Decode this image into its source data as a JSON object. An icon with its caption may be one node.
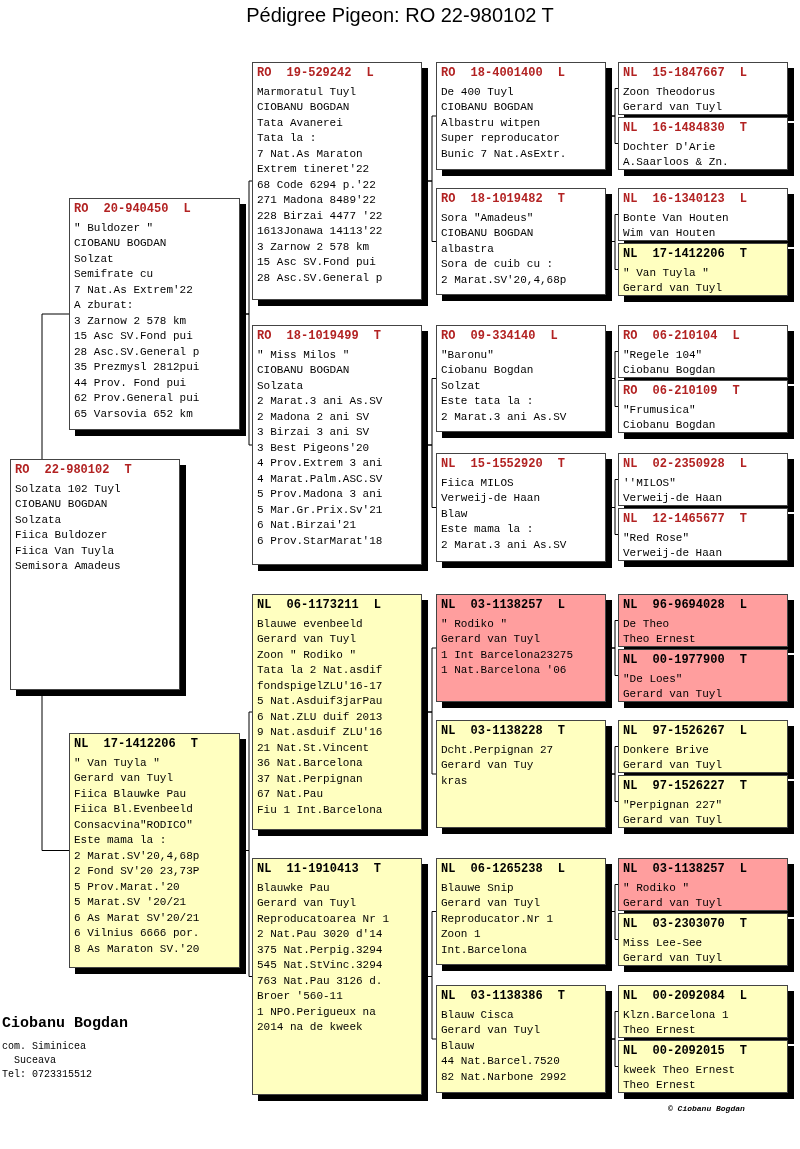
{
  "diagram": {
    "title": "Pédigree Pigeon: RO 22-980102 T",
    "nodes": [
      {
        "text": [
          "RO 22-980102 T",
          "Solzata 102 Tuyl",
          "CIOBANU BOGDAN",
          "Solzata",
          "Fiica Buldozer",
          "Fiica Van Tuyla",
          "Semisora Amadeus"
        ]
      },
      {
        "text": [
          "RO 20-940450 L",
          "\" Buldozer \"",
          "CIOBANU BOGDAN",
          "Solzat",
          "Semifrate cu",
          "7 Nat.As Extrem'22",
          "A zburat:",
          "3 Zarnow 2 578 km",
          "15 Asc SV.Fond pui",
          "28 Asc.SV.General p",
          "35 Prezmysl 2812pui",
          "44 Prov. Fond pui",
          "62 Prov.General pui",
          "65 Varsovia 652 km"
        ]
      },
      {
        "text": [
          "NL 17-1412206 T",
          "\" Van Tuyla \"",
          "Gerard van Tuyl",
          "Fiica Blauwke Pau",
          "Fiica Bl.Evenbeeld",
          "Consacvina\"RODICO\"",
          "Este mama la :",
          "2 Marat.SV'20,4,68p",
          "2 Fond SV'20 23,73P",
          "5 Prov.Marat.'20",
          "5 Marat.SV '20/21",
          "6 As Marat SV'20/21",
          "6 Vilnius 6666 por.",
          "8 As Maraton SV.'20"
        ]
      },
      {
        "text": [
          "RO 19-529242 L",
          "Marmoratul Tuyl",
          "CIOBANU BOGDAN",
          "Tata Avanerei",
          "Tata la :",
          "7 Nat.As Maraton",
          "Extrem tineret'22",
          "68 Code 6294 p.'22",
          "271 Madona 8489'22",
          "228 Birzai 4477 '22",
          "1613Jonawa 14113'22",
          "3 Zarnow 2 578 km",
          "15 Asc SV.Fond pui",
          "28 Asc.SV.General p"
        ]
      },
      {
        "text": [
          "RO 18-1019499 T",
          "\" Miss Milos \"",
          "CIOBANU BOGDAN",
          "Solzata",
          "2 Marat.3 ani As.SV",
          "2 Madona 2 ani SV",
          "3 Birzai 3 ani SV",
          "3 Best Pigeons'20",
          "4 Prov.Extrem 3 ani",
          "4 Marat.Palm.ASC.SV",
          "5 Prov.Madona 3 ani",
          "5 Mar.Gr.Prix.Sv'21",
          "6 Nat.Birzai'21",
          "6 Prov.StarMarat'18"
        ]
      },
      {
        "text": [
          "NL 06-1173211 L",
          "Blauwe evenbeeld",
          "Gerard van Tuyl",
          "Zoon \" Rodiko \"",
          "Tata la 2 Nat.asdif",
          "fondspigelZLU'16-17",
          "5 Nat.Asduif3jarPau",
          "6 Nat.ZLU duif 2013",
          "9 Nat.asduif ZLU'16",
          "21 Nat.St.Vincent",
          "36 Nat.Barcelona",
          "37 Nat.Perpignan",
          "67 Nat.Pau",
          "Fiu 1 Int.Barcelona"
        ]
      },
      {
        "text": [
          "NL 11-1910413 T",
          "Blauwke Pau",
          "Gerard van Tuyl",
          "Reproducatoarea Nr 1",
          "2 Nat.Pau 3020 d'14",
          "375 Nat.Perpig.3294",
          "545 Nat.StVinc.3294",
          "763 Nat.Pau 3126 d.",
          "Broer '560-11",
          "1 NPO.Perigueux na",
          "2014 na de kweek"
        ]
      },
      {
        "text": [
          "RO 18-4001400 L",
          "De 400 Tuyl",
          "CIOBANU BOGDAN",
          "Albastru witpen",
          "Super reproducator",
          "Bunic 7 Nat.AsExtr."
        ]
      },
      {
        "text": [
          "RO 18-1019482 T",
          "Sora \"Amadeus\"",
          "CIOBANU BOGDAN",
          "albastra",
          "Sora de cuib cu :",
          "2 Marat.SV'20,4,68p"
        ]
      },
      {
        "text": [
          "RO 09-334140 L",
          "\"Baronu\"",
          "Ciobanu Bogdan",
          "Solzat",
          "Este tata la :",
          "2 Marat.3 ani As.SV"
        ]
      },
      {
        "text": [
          "NL 15-1552920 T",
          "Fiica MILOS",
          "Verweij-de Haan",
          "Blaw",
          "Este mama la :",
          "2 Marat.3 ani As.SV"
        ]
      },
      {
        "text": [
          "NL 03-1138257 L",
          "\" Rodiko \"",
          "Gerard van Tuyl",
          "1 Int Barcelona23275",
          "1 Nat.Barcelona '06"
        ]
      },
      {
        "text": [
          "NL 03-1138228 T",
          "Dcht.Perpignan 27",
          "Gerard van Tuy",
          "kras"
        ]
      },
      {
        "text": [
          "NL 06-1265238 L",
          "Blauwe Snip",
          "Gerard van Tuyl",
          "Reproducator.Nr 1",
          "Zoon 1",
          "Int.Barcelona"
        ]
      },
      {
        "text": [
          "NL 03-1138386 T",
          "Blauw Cisca",
          "Gerard van Tuyl",
          "Blauw",
          "44 Nat.Barcel.7520",
          "82 Nat.Narbone 2992"
        ]
      },
      {
        "text": [
          "NL 15-1847667 L",
          "Zoon Theodorus",
          "Gerard van Tuyl"
        ]
      },
      {
        "text": [
          "NL 16-1484830 T",
          "Dochter D'Arie",
          "A.Saarloos & Zn."
        ]
      },
      {
        "text": [
          "NL 16-1340123 L",
          "Bonte Van Houten",
          "Wim van Houten"
        ]
      },
      {
        "text": [
          "NL 17-1412206 T",
          "\" Van Tuyla \"",
          "Gerard van Tuyl"
        ]
      },
      {
        "text": [
          "RO 06-210104 L",
          "\"Regele 104\"",
          "Ciobanu Bogdan"
        ]
      },
      {
        "text": [
          "RO 06-210109 T",
          "\"Frumusica\"",
          "Ciobanu Bogdan"
        ]
      },
      {
        "text": [
          "NL 02-2350928 L",
          "''MILOS\"",
          "Verweij-de Haan"
        ]
      },
      {
        "text": [
          "NL 12-1465677 T",
          "\"Red Rose\"",
          "Verweij-de Haan"
        ]
      },
      {
        "text": [
          "NL 96-9694028 L",
          "De Theo",
          "Theo Ernest"
        ]
      },
      {
        "text": [
          "NL 00-1977900 T",
          "\"De Loes\"",
          "Gerard van Tuyl"
        ]
      },
      {
        "text": [
          "NL 97-1526267 L",
          "Donkere Brive",
          "Gerard van Tuyl"
        ]
      },
      {
        "text": [
          "NL 97-1526227 T",
          "\"Perpignan 227\"",
          "Gerard van Tuyl"
        ]
      },
      {
        "text": [
          "NL 03-1138257 L",
          "\" Rodiko \"",
          "Gerard van Tuyl"
        ]
      },
      {
        "text": [
          "NL 03-2303070 T",
          "Miss Lee-See",
          "Gerard van Tuyl"
        ]
      },
      {
        "text": [
          "NL 00-2092084 L",
          "Klzn.Barcelona 1",
          "Theo Ernest"
        ]
      },
      {
        "text": [
          "NL 00-2092015 T",
          "kweek Theo Ernest",
          "Theo Ernest"
        ]
      }
    ],
    "edges": [
      {
        "from": 0,
        "to": 1,
        "arrow": "none"
      },
      {
        "from": 0,
        "to": 2,
        "arrow": "none"
      },
      {
        "from": 1,
        "to": 3,
        "arrow": "none"
      },
      {
        "from": 1,
        "to": 4,
        "arrow": "none"
      },
      {
        "from": 2,
        "to": 5,
        "arrow": "none"
      },
      {
        "from": 2,
        "to": 6,
        "arrow": "none"
      },
      {
        "from": 3,
        "to": 7,
        "arrow": "none"
      },
      {
        "from": 3,
        "to": 8,
        "arrow": "none"
      },
      {
        "from": 4,
        "to": 9,
        "arrow": "none"
      },
      {
        "from": 4,
        "to": 10,
        "arrow": "none"
      },
      {
        "from": 5,
        "to": 11,
        "arrow": "none"
      },
      {
        "from": 5,
        "to": 12,
        "arrow": "none"
      },
      {
        "from": 6,
        "to": 13,
        "arrow": "none"
      },
      {
        "from": 6,
        "to": 14,
        "arrow": "none"
      },
      {
        "from": 7,
        "to": 15,
        "arrow": "none"
      },
      {
        "from": 7,
        "to": 16,
        "arrow": "none"
      },
      {
        "from": 8,
        "to": 17,
        "arrow": "none"
      },
      {
        "from": 8,
        "to": 18,
        "arrow": "none"
      },
      {
        "from": 9,
        "to": 19,
        "arrow": "none"
      },
      {
        "from": 9,
        "to": 20,
        "arrow": "none"
      },
      {
        "from": 10,
        "to": 21,
        "arrow": "none"
      },
      {
        "from": 10,
        "to": 22,
        "arrow": "none"
      },
      {
        "from": 11,
        "to": 23,
        "arrow": "none"
      },
      {
        "from": 11,
        "to": 24,
        "arrow": "none"
      },
      {
        "from": 12,
        "to": 25,
        "arrow": "none"
      },
      {
        "from": 12,
        "to": 26,
        "arrow": "none"
      },
      {
        "from": 13,
        "to": 27,
        "arrow": "none"
      },
      {
        "from": 13,
        "to": 28,
        "arrow": "none"
      },
      {
        "from": 14,
        "to": 29,
        "arrow": "none"
      },
      {
        "from": 14,
        "to": 30,
        "arrow": "none"
      }
    ],
    "labels": [
      "Ciobanu Bogdan",
      "com. Siminicea",
      "Suceava",
      "Tel: 0723315512",
      "© Ciobanu Bogdan"
    ]
  }
}
